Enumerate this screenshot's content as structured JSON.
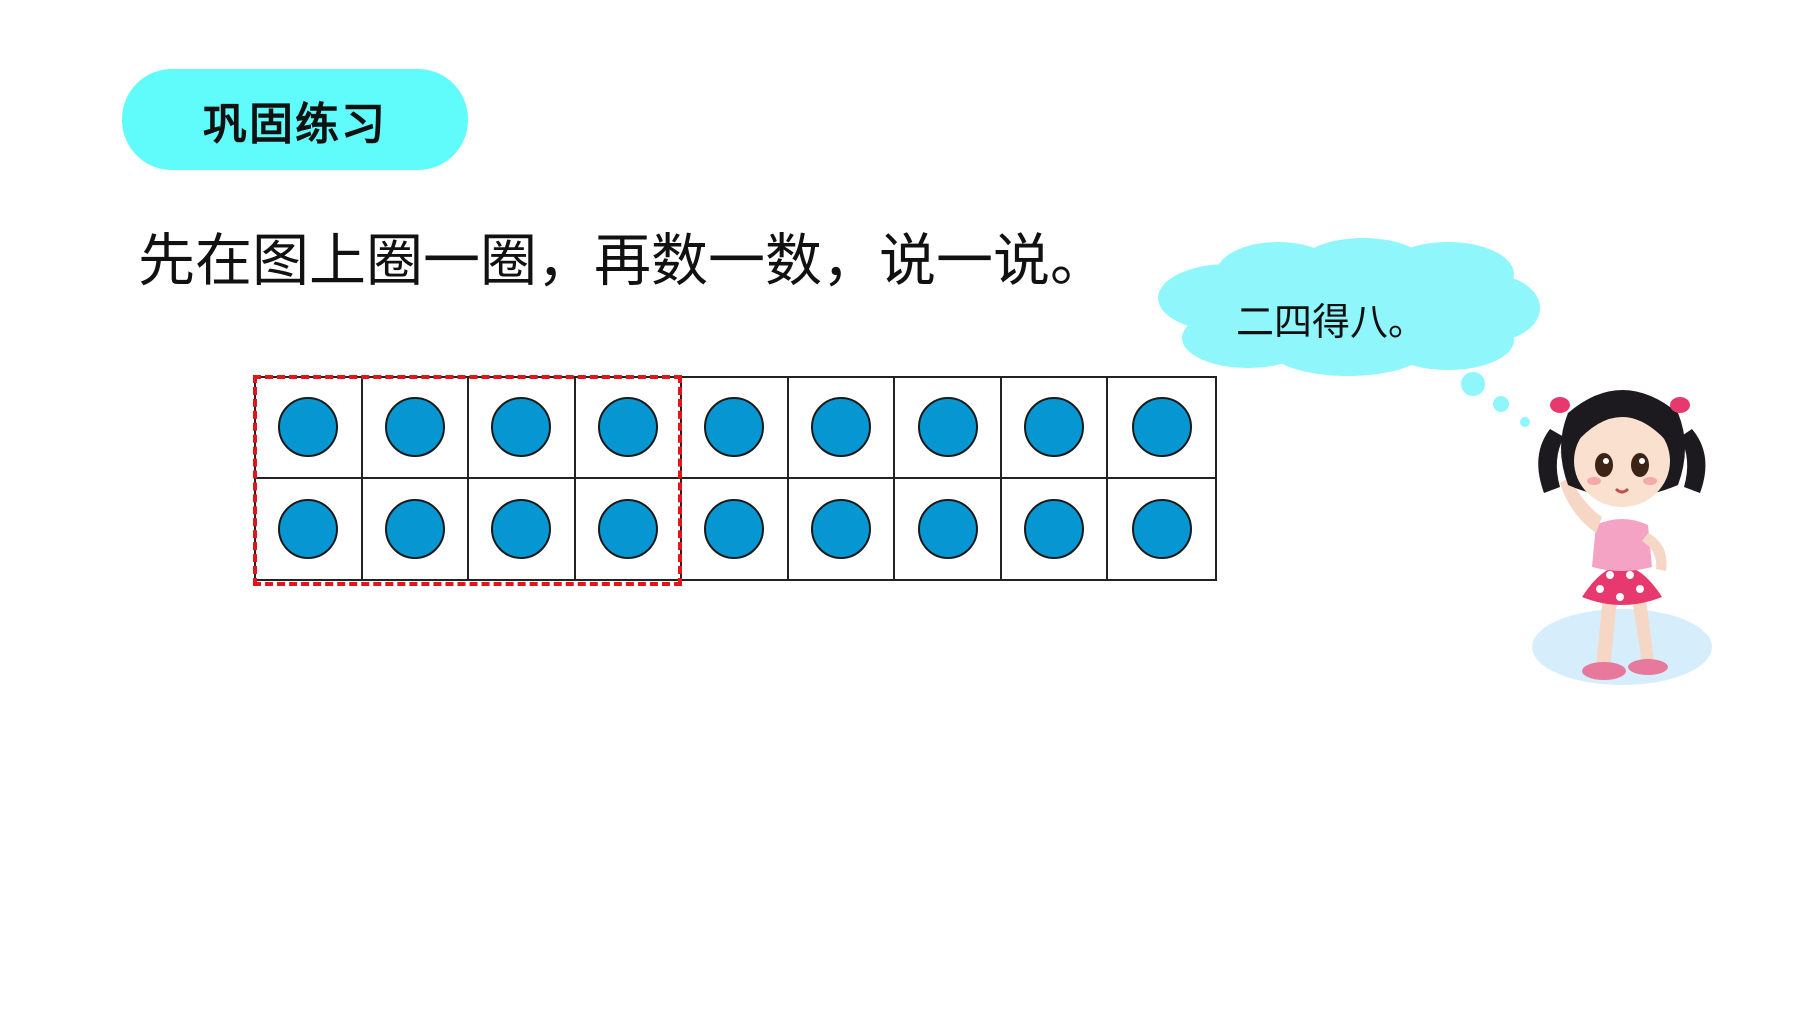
{
  "section_title": "巩固练习",
  "instruction": "先在图上圈一圈，再数一数，说一说。",
  "speech_bubble": "二四得八。",
  "grid": {
    "rows": 2,
    "columns": 9,
    "filled_cells": 18,
    "circled_columns": 4,
    "dot_color": "#0696d2",
    "selection_color": "#e3151b"
  },
  "colors": {
    "title_pill": "#60fcfb",
    "cloud": "#8ff6fb"
  },
  "illustration": "girl-character-thinking"
}
